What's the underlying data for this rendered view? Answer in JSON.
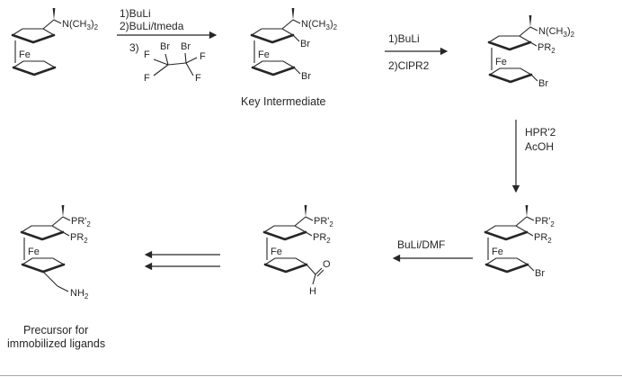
{
  "page": {
    "background": "#ffffff",
    "ink": "#262626"
  },
  "atoms": {
    "fe": "Fe",
    "br": "Br",
    "f": "F",
    "o": "O",
    "h": "H",
    "amine": "N(CH~3~)~2~",
    "phosphine": "PR~2~",
    "phosphine_prime": "PR'~2~",
    "primary_amine": "NH~2~"
  },
  "steps": {
    "step1": {
      "line1": "1)BuLi",
      "line2": "2)BuLi/tmeda",
      "line3": "3)"
    },
    "step2": {
      "line1": "1)BuLi",
      "line2": "2)ClPR2"
    },
    "step3": {
      "line1": "HPR'2",
      "line2": "AcOH"
    },
    "step4": {
      "line1": "BuLi/DMF"
    }
  },
  "captions": {
    "key_intermediate": "Key Intermediate",
    "precursor_line1": "Precursor for",
    "precursor_line2": "immobilized ligands"
  }
}
